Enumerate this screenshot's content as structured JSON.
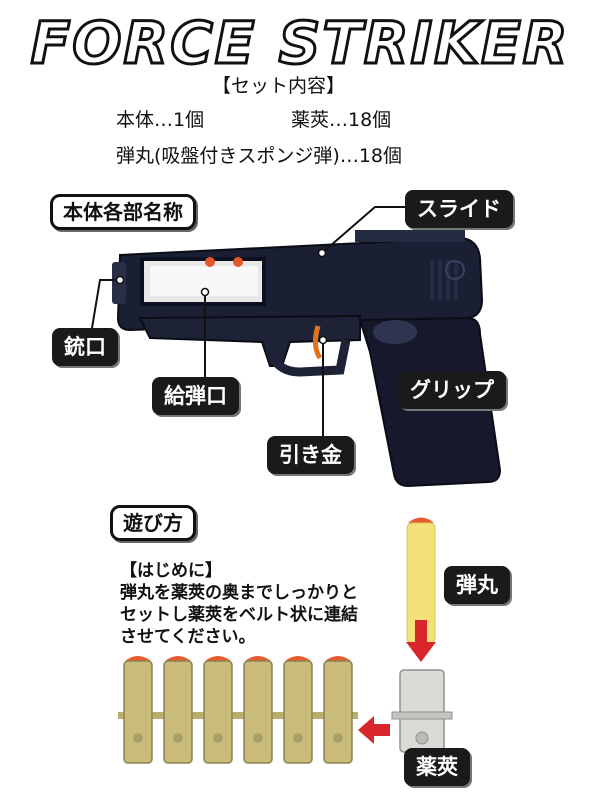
{
  "title": "FORCE STRIKER",
  "set": {
    "heading": "【セット内容】",
    "line1_left": "本体…1個",
    "line1_right": "薬莢…18個",
    "line2": "弾丸(吸盤付きスポンジ弾)…18個"
  },
  "parts_section": {
    "heading": "本体各部名称",
    "labels": {
      "slide": "スライド",
      "muzzle": "銃口",
      "feed_port": "給弾口",
      "grip": "グリップ",
      "trigger": "引き金"
    }
  },
  "play_section": {
    "heading": "遊び方",
    "intro_heading": "【はじめに】",
    "intro_lines": [
      "弾丸を薬莢の奥までしっかりと",
      "セットし薬莢をベルト状に連結",
      "させてください。"
    ],
    "bullet_label": "弾丸",
    "casing_label": "薬莢"
  },
  "colors": {
    "gun_body": "#15192b",
    "arrow_red": "#d8262c",
    "sponge_yellow": "#f3e27a",
    "suction_orange": "#e85a2e",
    "casing_clear": "#c8cbc4",
    "casing_gold": "#c9bb7a"
  }
}
